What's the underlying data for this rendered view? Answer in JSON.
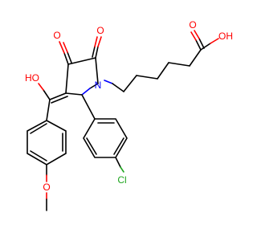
{
  "atom_labels": {
    "acid_oxygen_double": "O",
    "acid_hydroxyl": "OH",
    "ketone_oxygen_upper": "O",
    "ketone_oxygen_right": "O",
    "ring_nitrogen": "N",
    "enol_hydroxyl": "HO",
    "chlorine": "Cl",
    "methoxy_oxygen": "O"
  },
  "colors": {
    "bond": "#000000",
    "oxygen": "#ff0000",
    "nitrogen": "#0000ff",
    "chlorine": "#1fa51f",
    "background": "#ffffff"
  }
}
